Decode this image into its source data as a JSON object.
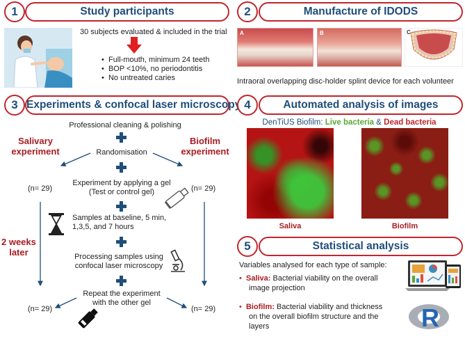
{
  "sections": {
    "s1": {
      "number": "1",
      "title": "Study participants",
      "intro": "30 subjects evaluated & included in the trial",
      "criteria": [
        "Full-mouth, minimum 24 teeth",
        "BOP <10%, no periodontitis",
        "No untreated caries"
      ]
    },
    "s2": {
      "number": "2",
      "title": "Manufacture of IDODS",
      "panel_labels": [
        "A",
        "B",
        "C"
      ],
      "caption": "Intraoral overlapping disc-holder splint device for each volunteer"
    },
    "s3": {
      "number": "3",
      "title": "Experiments & confocal laser microscopy",
      "step1": "Professional cleaning & polishing",
      "randomisation": "Randomisation",
      "left_exp": [
        "Salivary",
        "experiment"
      ],
      "right_exp": [
        "Biofilm",
        "experiment"
      ],
      "gel": [
        "Experiment by applying a gel",
        "(Test or control gel)"
      ],
      "samples": [
        "Samples at baseline, 5 min,",
        "1,3,5, and 7 hours"
      ],
      "processing": [
        "Processing samples using",
        "confocal laser microscopy"
      ],
      "repeat": [
        "Repeat the experiment",
        "with the other gel"
      ],
      "n_label": "(n= 29)",
      "later": [
        "2 weeks",
        "later"
      ]
    },
    "s4": {
      "number": "4",
      "title": "Automated analysis of images",
      "dentius": "DenTiUS Biofilm:",
      "live": "Live bacteria",
      "amp": "&",
      "dead": "Dead bacteria",
      "img1": "Saliva",
      "img2": "Biofilm"
    },
    "s5": {
      "number": "5",
      "title": "Statistical analysis",
      "intro": "Variables analysed for each type of sample:",
      "item1_key": "Saliva:",
      "item1_lines": [
        "Bacterial viability on the overall",
        "image projection"
      ],
      "item2_key": "Biofilm:",
      "item2_lines": [
        "Bacterial viability and thickness",
        "on the overall biofilm structure and the",
        "layers"
      ],
      "r_logo": "R"
    }
  },
  "colors": {
    "frame_red": "#c0262d",
    "title_blue": "#1f4e79",
    "arrow_blue": "#1f4e79",
    "accent_red": "#a81c22",
    "live_green": "#5aa832",
    "dead_red": "#c0262d"
  },
  "icons": [
    "dentist-illustration-icon",
    "down-arrow-icon",
    "hourglass-icon",
    "gel-tube-icon",
    "microscope-icon",
    "laptop-dashboard-icon",
    "r-logo-icon"
  ]
}
